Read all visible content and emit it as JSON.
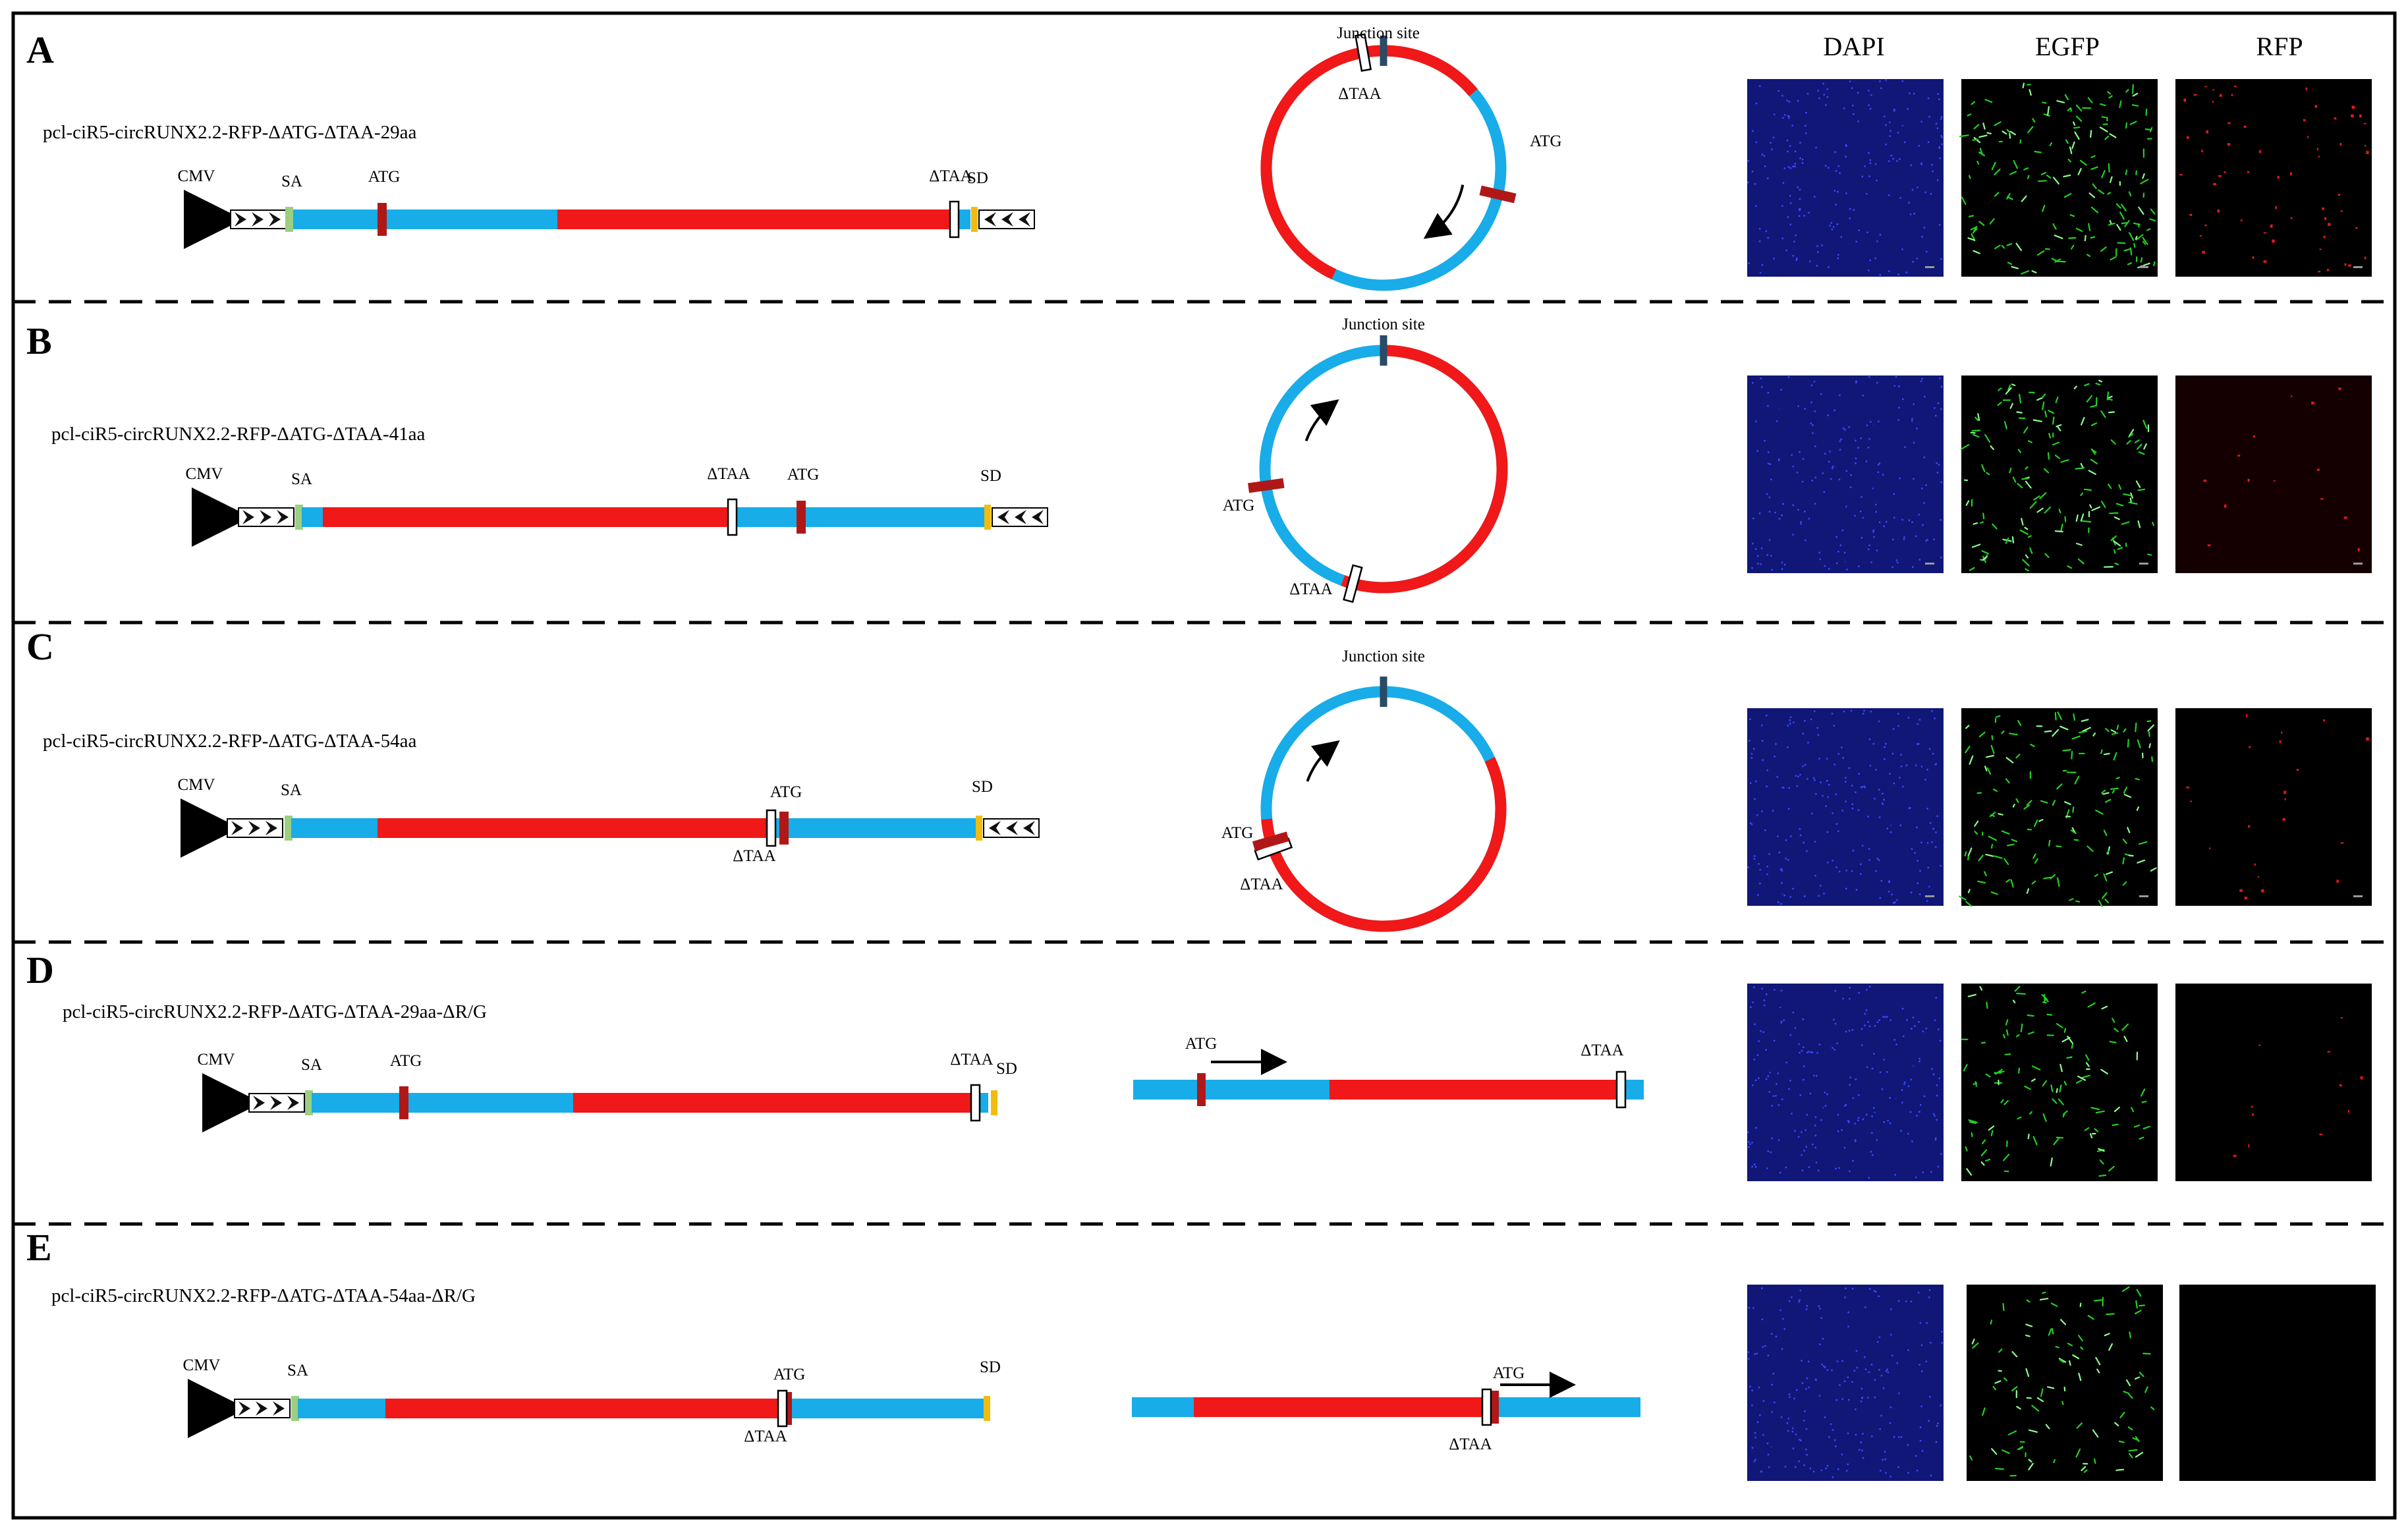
{
  "figure": {
    "channel_headers": [
      "DAPI",
      "EGFP",
      "RFP"
    ],
    "labels": {
      "cmv": "CMV",
      "sa": "SA",
      "sd": "SD",
      "atg": "ATG",
      "taa": "ΔTAA",
      "junction": "Junction site"
    },
    "colors": {
      "exon_blue": "#18ACE8",
      "rfp_red": "#F01818",
      "atg_marker": "#B01818",
      "junction_marker": "#2A4A66",
      "sa_green": "#9CCF80",
      "sd_yellow": "#F2BB10",
      "dapi": "#1E2AD8",
      "egfp": "#22D022",
      "rfp_signal": "#E01818"
    },
    "panels": [
      {
        "letter": "A",
        "title": "pcl-ciR5-circRUNX2.2-RFP-ΔATG-ΔTAA-29aa",
        "rfp_level": 0.9
      },
      {
        "letter": "B",
        "title": "pcl-ciR5-circRUNX2.2-RFP-ΔATG-ΔTAA-41aa",
        "rfp_level": 0.2
      },
      {
        "letter": "C",
        "title": "pcl-ciR5-circRUNX2.2-RFP-ΔATG-ΔTAA-54aa",
        "rfp_level": 0.3
      },
      {
        "letter": "D",
        "title": "pcl-ciR5-circRUNX2.2-RFP-ΔATG-ΔTAA-29aa-ΔR/G",
        "rfp_level": 0.15
      },
      {
        "letter": "E",
        "title": "pcl-ciR5-circRUNX2.2-RFP-ΔATG-ΔTAA-54aa-ΔR/G",
        "rfp_level": 0
      }
    ]
  }
}
